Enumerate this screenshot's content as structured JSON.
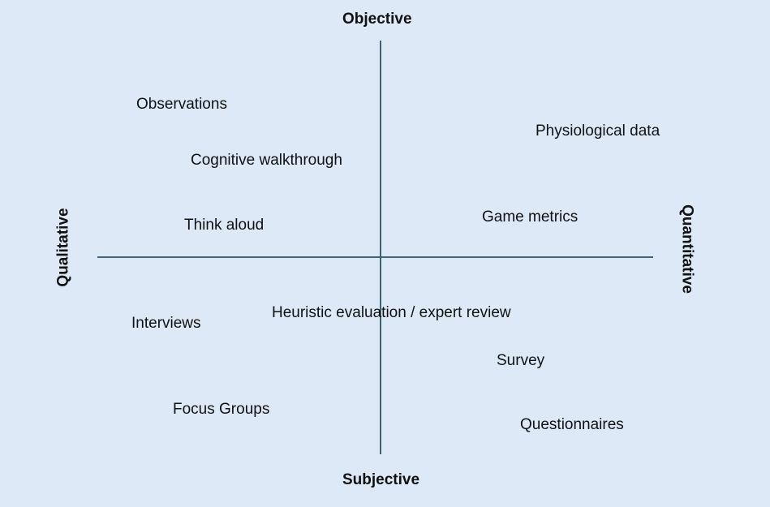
{
  "axes": {
    "top": "Objective",
    "bottom": "Subjective",
    "left": "Qualitative",
    "right": "Quantitative"
  },
  "methods": {
    "observations": "Observations",
    "cognitive_walkthrough": "Cognitive walkthrough",
    "think_aloud": "Think aloud",
    "physiological_data": "Physiological data",
    "game_metrics": "Game metrics",
    "heuristic_evaluation": "Heuristic evaluation / expert review",
    "interviews": "Interviews",
    "survey": "Survey",
    "focus_groups": "Focus Groups",
    "questionnaires": "Questionnaires"
  },
  "colors": {
    "background": "#dde9f7",
    "axis_line": "#3c6478",
    "text": "#111111"
  }
}
